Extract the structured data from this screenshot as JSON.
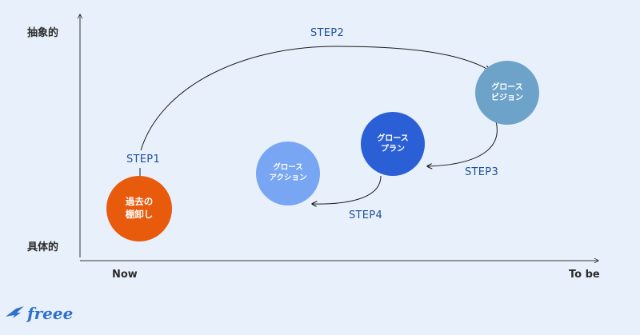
{
  "axes": {
    "y_top": "抽象的",
    "y_bottom": "具体的",
    "x_left": "Now",
    "x_right": "To be"
  },
  "steps": {
    "step1": "STEP1",
    "step2": "STEP2",
    "step3": "STEP3",
    "step4": "STEP4"
  },
  "nodes": {
    "inventory": {
      "line1": "過去の",
      "line2": "棚卸し",
      "color": "#e85a0c"
    },
    "growth_action": {
      "line1": "グロース",
      "line2": "アクション",
      "color": "#78a6f2"
    },
    "growth_plan": {
      "line1": "グロース",
      "line2": "プラン",
      "color": "#2b5fd6"
    },
    "growth_vision": {
      "line1": "グロース",
      "line2": "ビジョン",
      "color": "#6ea3c9"
    }
  },
  "colors": {
    "background": "#e8f1fb",
    "arrow": "#1a1a1a",
    "step_text": "#1f4f9a"
  },
  "logo": {
    "text": "freee",
    "icon": "bird-icon"
  }
}
